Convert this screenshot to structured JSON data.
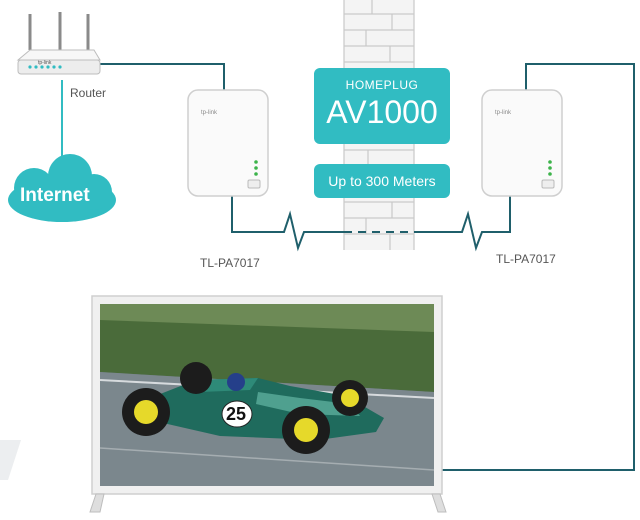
{
  "router": {
    "label": "Router",
    "brand": "tp-link"
  },
  "internet": {
    "label": "Internet"
  },
  "adapter_left": {
    "label": "TL-PA7017",
    "brand": "tp-link"
  },
  "adapter_right": {
    "label": "TL-PA7017",
    "brand": "tp-link"
  },
  "badge": {
    "line1": "HOMEPLUG",
    "line2": "AV1000"
  },
  "distance": {
    "label": "Up to 300 Meters"
  },
  "tv": {
    "car_number": "25"
  },
  "colors": {
    "accent": "#31bcc2",
    "line": "#1f5f6b",
    "tv_frame": "#eeeeee"
  }
}
